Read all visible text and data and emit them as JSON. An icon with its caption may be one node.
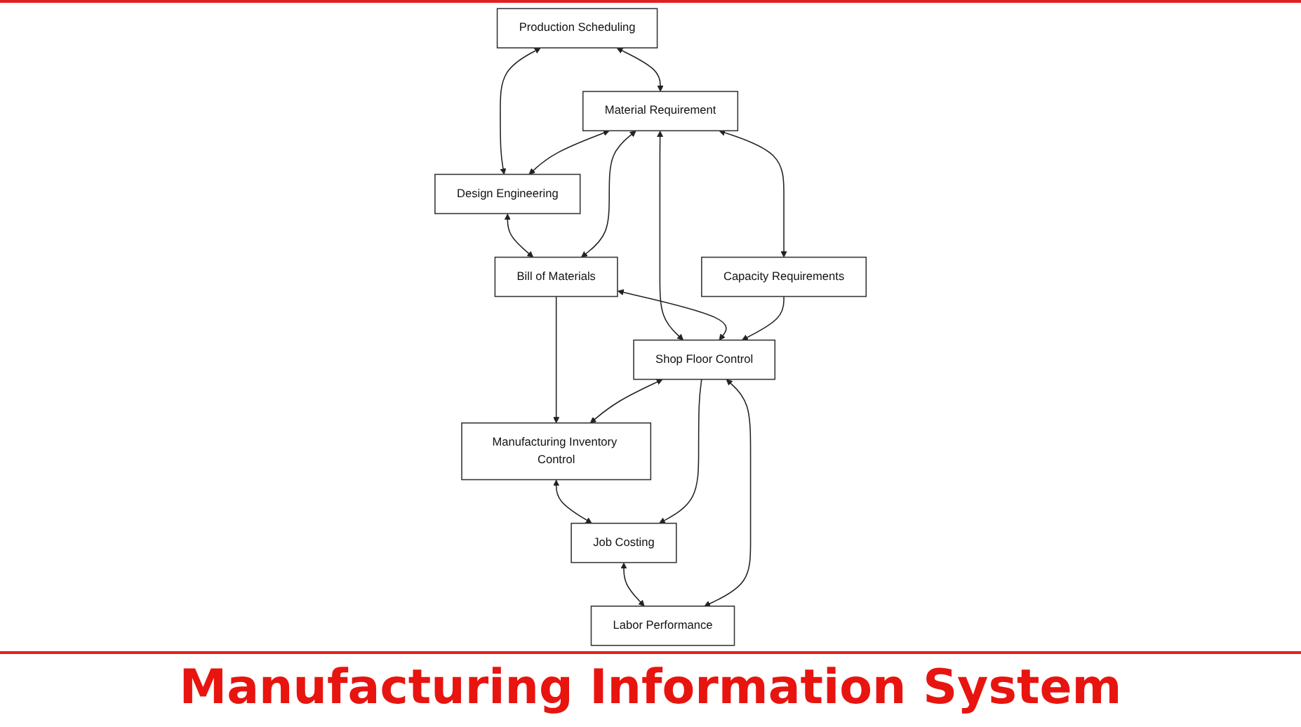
{
  "diagram": {
    "title": "Manufacturing Information System",
    "nodes": [
      {
        "text": [
          "Production Scheduling"
        ]
      },
      {
        "text": [
          "Design Engineering"
        ]
      },
      {
        "text": [
          "Manufacturing Inventory Control"
        ]
      },
      {
        "text": [
          "Material Requirement"
        ]
      },
      {
        "text": [
          "Bill of Materials"
        ]
      },
      {
        "text": [
          "Job Costing"
        ]
      },
      {
        "text": [
          "Capacity Requirements"
        ]
      },
      {
        "text": [
          "Shop Floor Control"
        ]
      },
      {
        "text": [
          "Labor Performance"
        ]
      }
    ],
    "edges": [
      {
        "from": 0,
        "to": 1,
        "arrow": "both"
      },
      {
        "from": 0,
        "to": 3,
        "arrow": "both"
      },
      {
        "from": 3,
        "to": 1,
        "arrow": "both"
      },
      {
        "from": 1,
        "to": 4,
        "arrow": "both"
      },
      {
        "from": 4,
        "to": 2,
        "arrow": "to"
      },
      {
        "from": 2,
        "to": 5,
        "arrow": "both"
      },
      {
        "from": 3,
        "to": 4,
        "arrow": "both"
      },
      {
        "from": 3,
        "to": 7,
        "arrow": "both"
      },
      {
        "from": 3,
        "to": 6,
        "arrow": "both"
      },
      {
        "from": 4,
        "to": 7,
        "arrow": "both"
      },
      {
        "from": 7,
        "to": 5,
        "arrow": "to"
      },
      {
        "from": 7,
        "to": 2,
        "arrow": "both"
      },
      {
        "from": 5,
        "to": 8,
        "arrow": "both"
      },
      {
        "from": 6,
        "to": 7,
        "arrow": "to"
      },
      {
        "from": 7,
        "to": 8,
        "arrow": "both"
      }
    ]
  }
}
